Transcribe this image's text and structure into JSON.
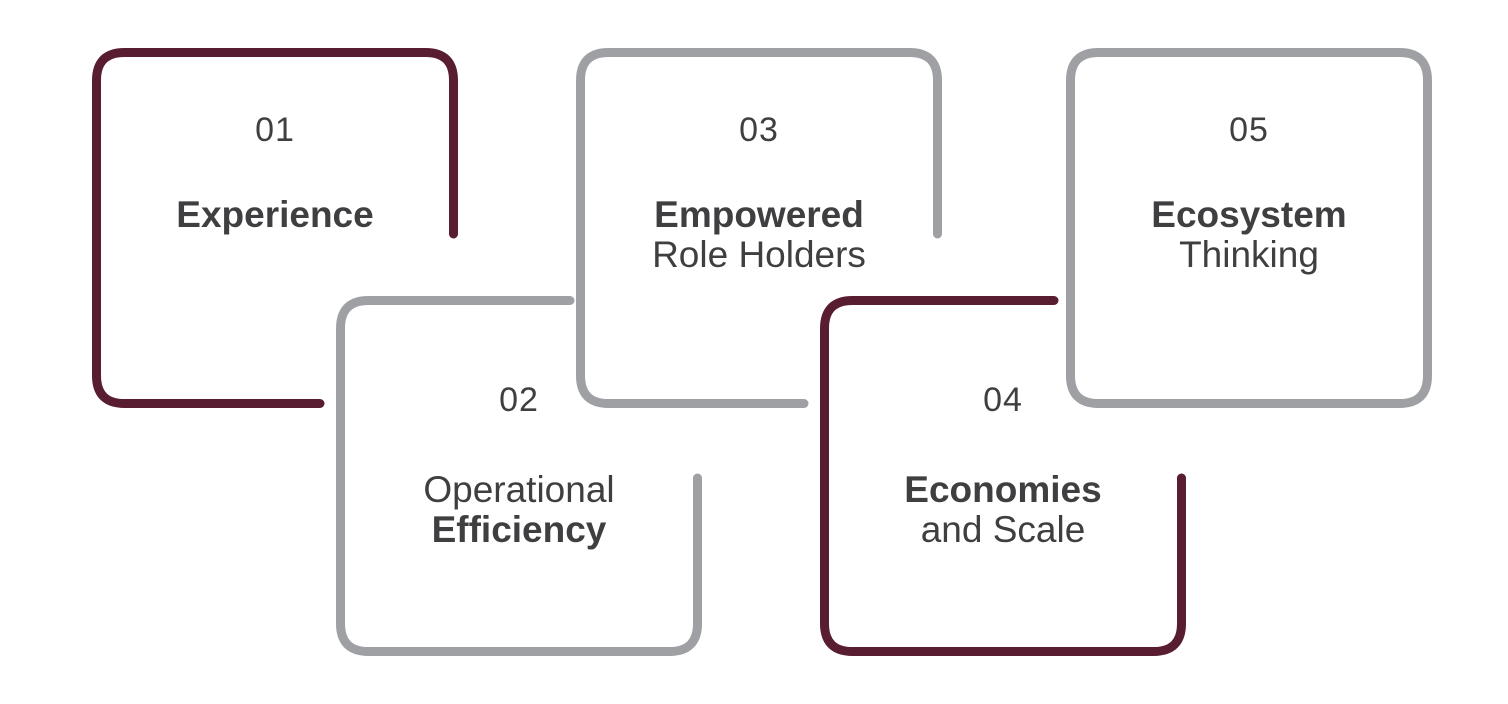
{
  "colors": {
    "maroon": "#581D30",
    "gray": "#9EA0A3",
    "text": "#3F3F41",
    "background": "#FFFFFF"
  },
  "diagram": {
    "items": [
      {
        "number": "01",
        "line1": "Experience",
        "line2": ""
      },
      {
        "number": "02",
        "line1": "Operational",
        "line2": "Efficiency"
      },
      {
        "number": "03",
        "line1": "Empowered",
        "line2": "Role Holders"
      },
      {
        "number": "04",
        "line1": "Economies",
        "line2": "and Scale"
      },
      {
        "number": "05",
        "line1": "Ecosystem",
        "line2": "Thinking"
      }
    ]
  }
}
